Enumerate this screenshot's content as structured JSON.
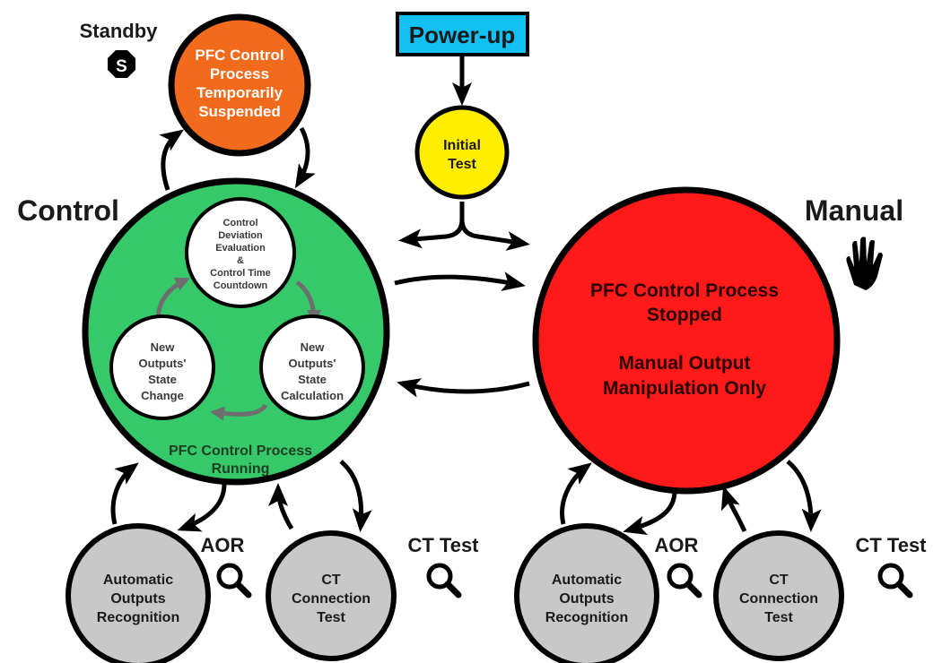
{
  "power_up": "Power-up",
  "initial_test": [
    "Initial",
    "Test"
  ],
  "standby": {
    "label": "Standby",
    "badge": "S",
    "circle": [
      "PFC Control",
      "Process",
      "Temporarily",
      "Suspended"
    ]
  },
  "control": {
    "label": "Control",
    "status": [
      "PFC Control Process",
      "Running"
    ],
    "cycle": {
      "top": [
        "Control",
        "Deviation",
        "Evaluation",
        "&",
        "Control Time",
        "Countdown"
      ],
      "right": [
        "New",
        "Outputs'",
        "State",
        "Calculation"
      ],
      "left": [
        "New",
        "Outputs'",
        "State",
        "Change"
      ]
    }
  },
  "manual": {
    "label": "Manual",
    "status": [
      "PFC Control Process",
      "Stopped",
      "",
      "Manual Output",
      "Manipulation Only"
    ]
  },
  "subprocesses": {
    "aor_label": "AOR",
    "ct_label": "CT Test",
    "aor_circle": [
      "Automatic",
      "Outputs",
      "Recognition"
    ],
    "ct_circle": [
      "CT",
      "Connection",
      "Test"
    ]
  },
  "colors": {
    "power_up": "#12c0f2",
    "initial_test": "#ffee00",
    "standby": "#f26a1b",
    "control": "#35c96a",
    "manual": "#ff1a1a",
    "subprocess": "#c8c8c8",
    "inner": "#ffffff"
  },
  "icons": [
    "octagon-stop-icon",
    "hand-icon",
    "magnifier-icon"
  ]
}
